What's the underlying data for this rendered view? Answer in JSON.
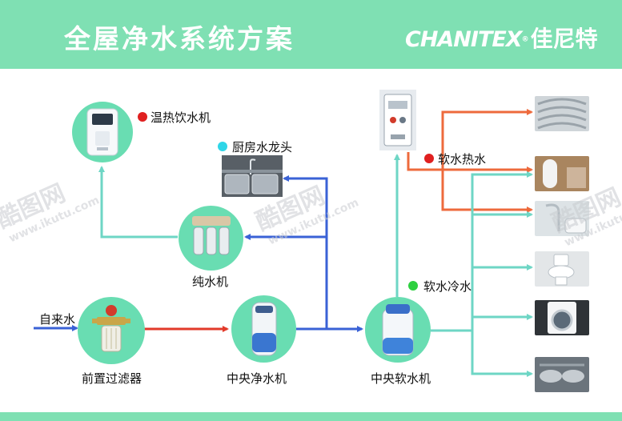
{
  "header": {
    "title": "全屋净水系统方案",
    "brand_en": "CHANITEX",
    "brand_reg": "®",
    "brand_cn": "佳尼特"
  },
  "labels": {
    "hot_dispenser": "温热饮水机",
    "kitchen_faucet": "厨房水龙头",
    "ro_purifier": "纯水机",
    "tap_water": "自来水",
    "pre_filter": "前置过滤器",
    "central_purifier": "中央净水机",
    "central_softener": "中央软水机",
    "soft_hot": "软水热水",
    "soft_cold": "软水冷水"
  },
  "watermark": {
    "big": "酷图网",
    "small": "www.ikutu.com"
  },
  "colors": {
    "header": "#7fe0b3",
    "node": "#69ddb2",
    "teal_line": "#6ed6c5",
    "blue_line": "#3a62d6",
    "red_line": "#e23a2a",
    "orange_line": "#ee6a3c",
    "red_dot": "#e02020",
    "cyan_dot": "#2fd6e8",
    "green_dot": "#2ed040"
  }
}
